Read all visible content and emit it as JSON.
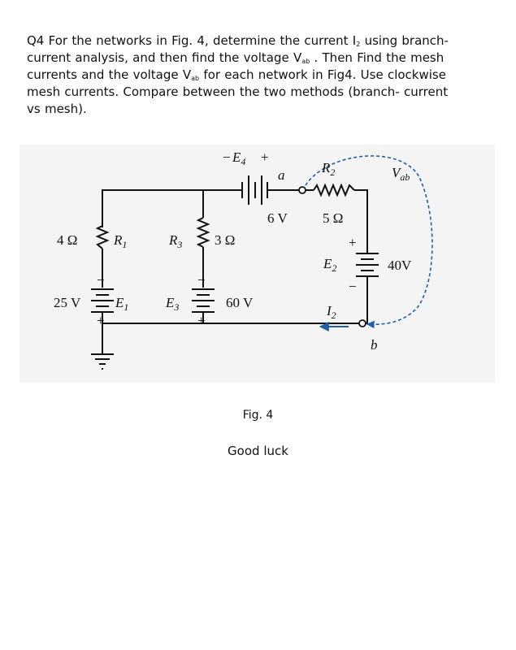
{
  "question": {
    "line1_a": "Q4 For the networks in Fig. 4, determine the current I",
    "line1_sub": "2",
    "line1_b": " using branch-",
    "line2_a": "current analysis, and then find the voltage V",
    "line2_sub": "ab",
    "line2_b": " . Then Find the mesh",
    "line3_a": "currents and the voltage V",
    "line3_sub": "ab",
    "line3_b": " for each network in Fig4. Use clockwise",
    "line4": "mesh currents. Compare between the two methods (branch- current",
    "line5": "vs mesh)."
  },
  "circuit": {
    "e4_label": "E",
    "e4_sub": "4",
    "e4_minus": "−",
    "e4_plus": "+",
    "e4_value": "6 V",
    "node_a": "a",
    "node_b": "b",
    "r2_label": "R",
    "r2_sub": "2",
    "r2_value": "5 Ω",
    "vab_label": "V",
    "vab_sub": "ab",
    "r1_label": "R",
    "r1_sub": "1",
    "r1_value": "4 Ω",
    "r3_label": "R",
    "r3_sub": "3",
    "r3_value": "3 Ω",
    "e1_label": "E",
    "e1_sub": "1",
    "e1_value": "25 V",
    "e1_minus": "−",
    "e1_plus": "+",
    "e3_label": "E",
    "e3_sub": "3",
    "e3_value": "60 V",
    "e3_minus": "−",
    "e3_plus": "+",
    "e2_label": "E",
    "e2_sub": "2",
    "e2_value": "40V",
    "e2_plus": "+",
    "e2_minus": "−",
    "i2_label": "I",
    "i2_sub": "2",
    "colors": {
      "wire": "#111111",
      "arrow": "#1f5fa8"
    }
  },
  "caption": "Fig. 4",
  "closing": "Good luck"
}
